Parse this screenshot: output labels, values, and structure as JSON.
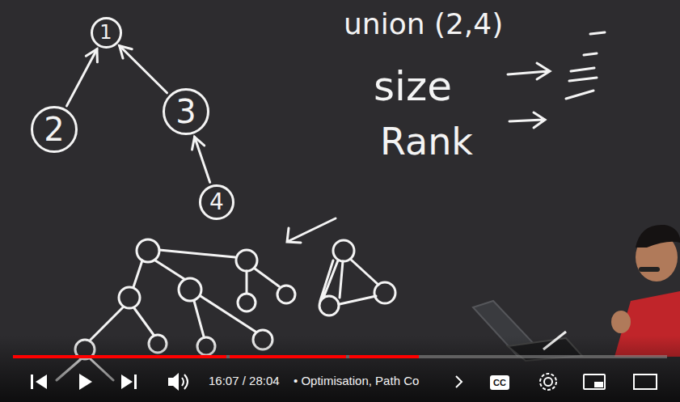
{
  "diagram": {
    "nodes": [
      {
        "text": [
          "1"
        ]
      },
      {
        "text": [
          "2"
        ]
      },
      {
        "text": [
          "3"
        ]
      },
      {
        "text": [
          "4"
        ]
      }
    ],
    "edges": [
      {
        "from": 1,
        "to": 0,
        "arrow": "to"
      },
      {
        "from": 2,
        "to": 0,
        "arrow": "to"
      },
      {
        "from": 3,
        "to": 2,
        "arrow": "to"
      }
    ],
    "labels": [
      "union (2,4)",
      "size",
      "Rank",
      "16:07 / 28:04",
      "• Optimisation, Path Co",
      "CC"
    ]
  }
}
